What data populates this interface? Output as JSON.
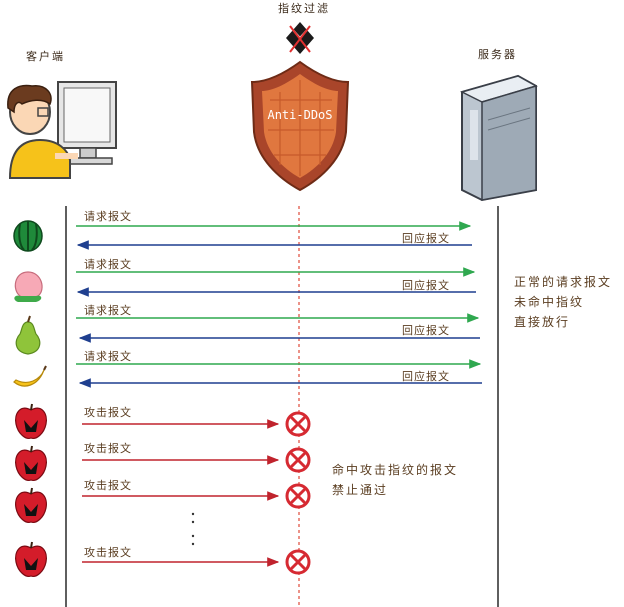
{
  "header": {
    "client_label": "客户端",
    "server_label": "服务器",
    "filter_label": "指纹过滤",
    "shield_text": "Anti-DDoS"
  },
  "normal_exchanges": [
    {
      "request_label": "请求报文",
      "response_label": "回应报文",
      "fruit_icon": "watermelon-icon"
    },
    {
      "request_label": "请求报文",
      "response_label": "回应报文",
      "fruit_icon": "peach-icon"
    },
    {
      "request_label": "请求报文",
      "response_label": "回应报文",
      "fruit_icon": "pear-icon"
    },
    {
      "request_label": "请求报文",
      "response_label": "回应报文",
      "fruit_icon": "banana-icon"
    }
  ],
  "attacks": [
    {
      "label": "攻击报文",
      "fruit_icon": "bad-apple-icon"
    },
    {
      "label": "攻击报文",
      "fruit_icon": "bad-apple-icon"
    },
    {
      "label": "攻击报文",
      "fruit_icon": "bad-apple-icon"
    },
    {
      "label": "攻击报文",
      "fruit_icon": "bad-apple-icon"
    }
  ],
  "notes": {
    "normal_note_line1": "正常的请求报文",
    "normal_note_line2": "未命中指纹",
    "normal_note_line3": "直接放行",
    "attack_note_line1": "命中攻击指纹的报文",
    "attack_note_line2": "禁止通过"
  },
  "colors": {
    "request_arrow": "#2fa84f",
    "response_arrow": "#1f3f8f",
    "attack_arrow": "#c0232d",
    "block_mark": "#d62a32",
    "filter_line": "#e04a3a",
    "shield": "#c0633a"
  }
}
